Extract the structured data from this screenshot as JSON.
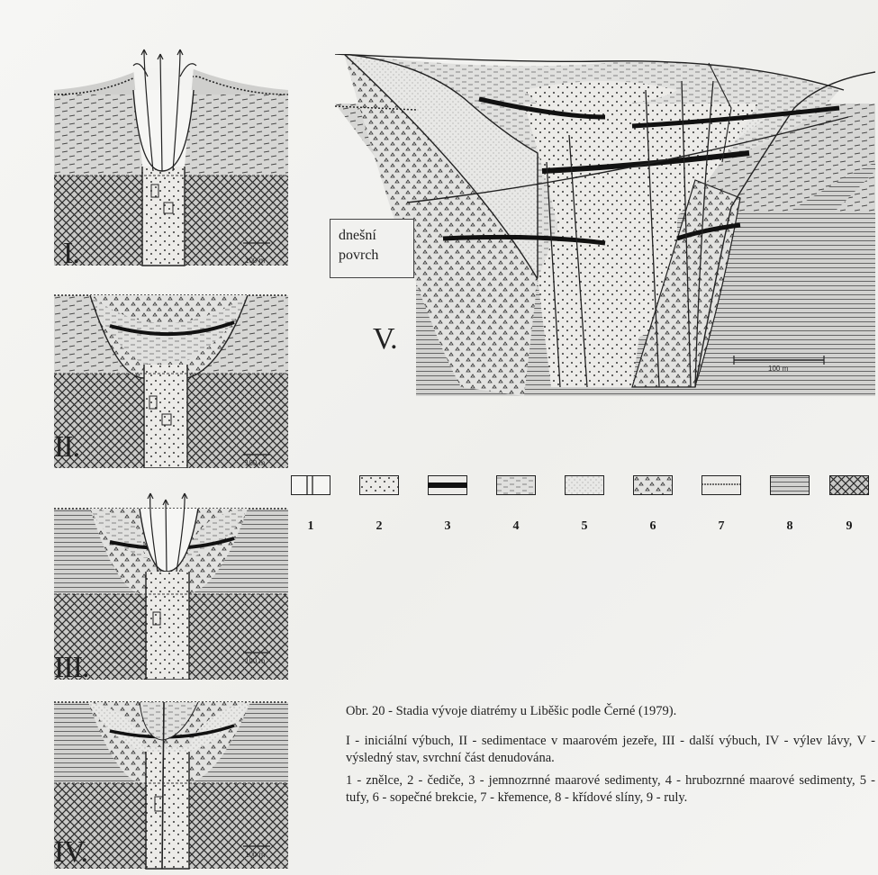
{
  "figure": {
    "panel_labels": [
      "I.",
      "II.",
      "III.",
      "IV.",
      "V."
    ],
    "scale_labels": {
      "small": "100 m",
      "large": "100 m"
    },
    "present_surface_label": [
      "dnešní",
      "povrch"
    ],
    "legend": [
      {
        "number": "1",
        "pattern": "dike"
      },
      {
        "number": "2",
        "pattern": "basalt-dots"
      },
      {
        "number": "3",
        "pattern": "black-band"
      },
      {
        "number": "4",
        "pattern": "coarse-dashes"
      },
      {
        "number": "5",
        "pattern": "stipple"
      },
      {
        "number": "6",
        "pattern": "breccia-triangles"
      },
      {
        "number": "7",
        "pattern": "quartzite-line"
      },
      {
        "number": "8",
        "pattern": "horizontal-lines"
      },
      {
        "number": "9",
        "pattern": "crosshatch"
      }
    ],
    "caption": {
      "title": "Obr. 20 - Stadia vývoje diatrémy u Liběšic podle Černé (1979).",
      "stages": "I - iniciální výbuch, II - sedimentace v maarovém jezeře, III - další výbuch, IV - výlev lávy, V - výsledný stav, svrchní část denudována.",
      "materials": "1 - znělce, 2 - čediče, 3 - jemnozrnné maarové sedimenty, 4 - hrubozrnné maarové sedimenty, 5 - tufy, 6 - sopečné brekcie, 7 - křemence, 8 - křídové slíny, 9 - ruly."
    }
  }
}
